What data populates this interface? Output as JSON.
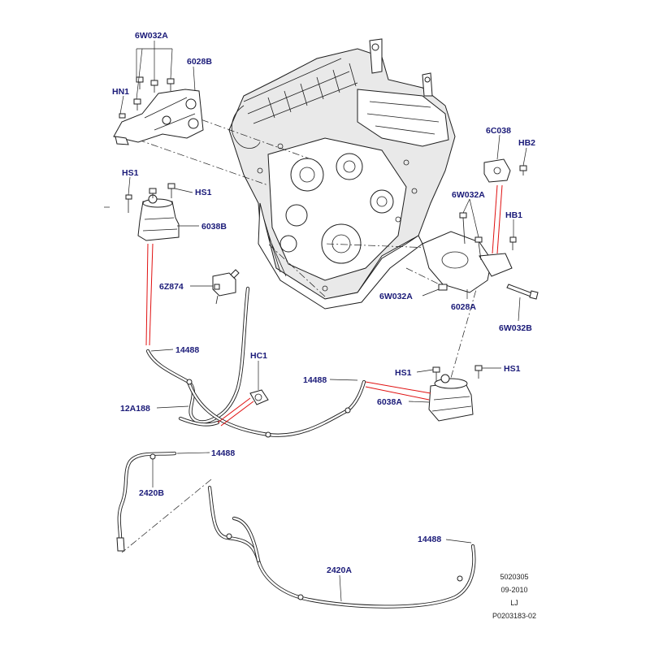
{
  "callouts": {
    "c_6w032a_top": "6W032A",
    "c_6028b": "6028B",
    "c_hn1": "HN1",
    "c_hs1_left": "HS1",
    "c_hs1_left2": "HS1",
    "c_6038b": "6038B",
    "c_6z874": "6Z874",
    "c_14488_a": "14488",
    "c_hc1": "HC1",
    "c_12a188": "12A188",
    "c_14488_b": "14488",
    "c_2420b": "2420B",
    "c_6c038": "6C038",
    "c_hb2": "HB2",
    "c_6w032a_right": "6W032A",
    "c_hb1": "HB1",
    "c_6w032a_lower": "6W032A",
    "c_6028a": "6028A",
    "c_6w032b": "6W032B",
    "c_hs1_right1": "HS1",
    "c_hs1_right2": "HS1",
    "c_14488_c": "14488",
    "c_6038a": "6038A",
    "c_14488_d": "14488",
    "c_2420a": "2420A"
  },
  "footer": {
    "ref_number": "5020305",
    "date": "09-2010",
    "initials": "LJ",
    "part_code": "P0203183-02"
  },
  "colors": {
    "callout_text": "#1a1a78",
    "line_art": "#1e1e1e",
    "hose_connection": "#e01010"
  }
}
